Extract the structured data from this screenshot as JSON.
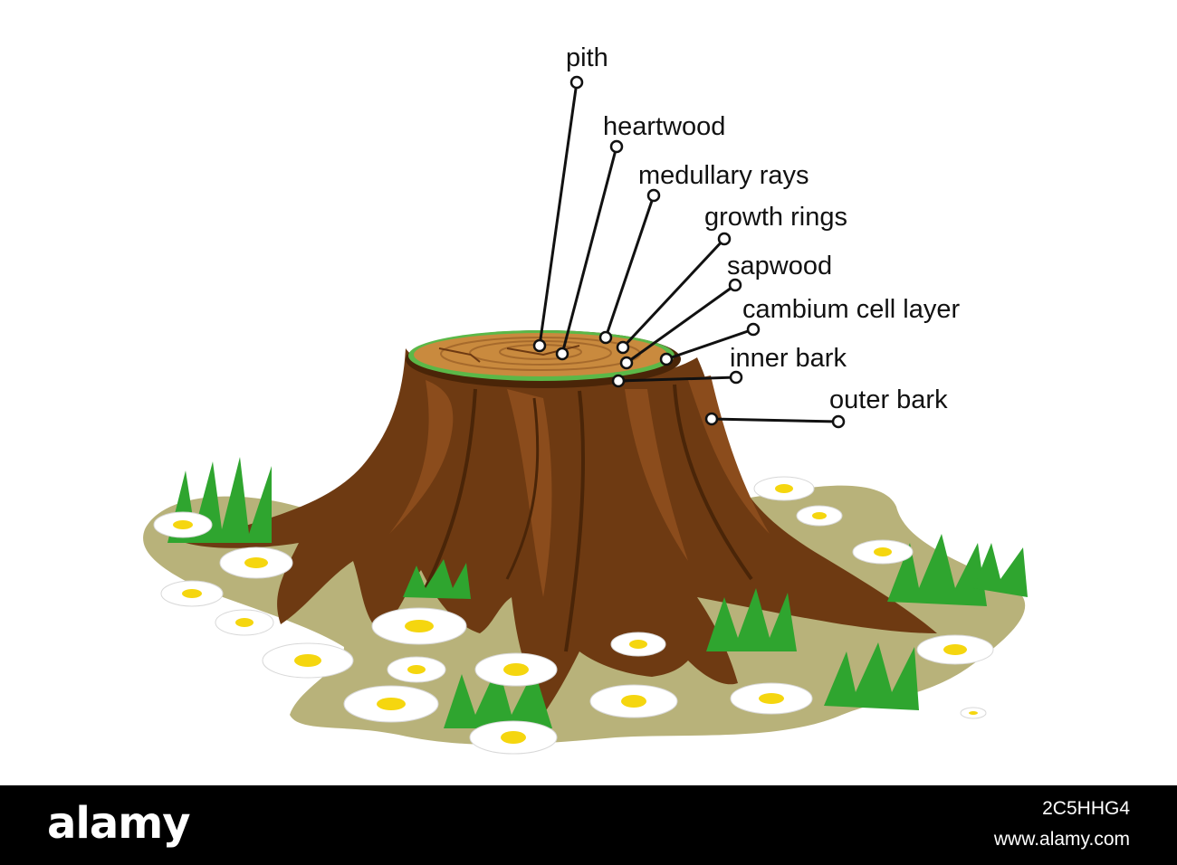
{
  "labels": {
    "pith": "pith",
    "heartwood": "heartwood",
    "medullary_rays": "medullary rays",
    "growth_rings": "growth rings",
    "sapwood": "sapwood",
    "cambium": "cambium cell layer",
    "inner_bark": "inner bark",
    "outer_bark": "outer bark"
  },
  "footer": {
    "logo": "alamy",
    "image_id": "2C5HHG4",
    "site": "www.alamy.com"
  },
  "colors": {
    "bark": "#6e3a12",
    "bark_dark": "#4a2508",
    "bark_light": "#8b4c1c",
    "wood": "#c98a3e",
    "ring": "#a66a2c",
    "cambium": "#5bb848",
    "ground": "#b8b27a",
    "grass": "#2fa52f",
    "daisy_center": "#f5d60f"
  }
}
